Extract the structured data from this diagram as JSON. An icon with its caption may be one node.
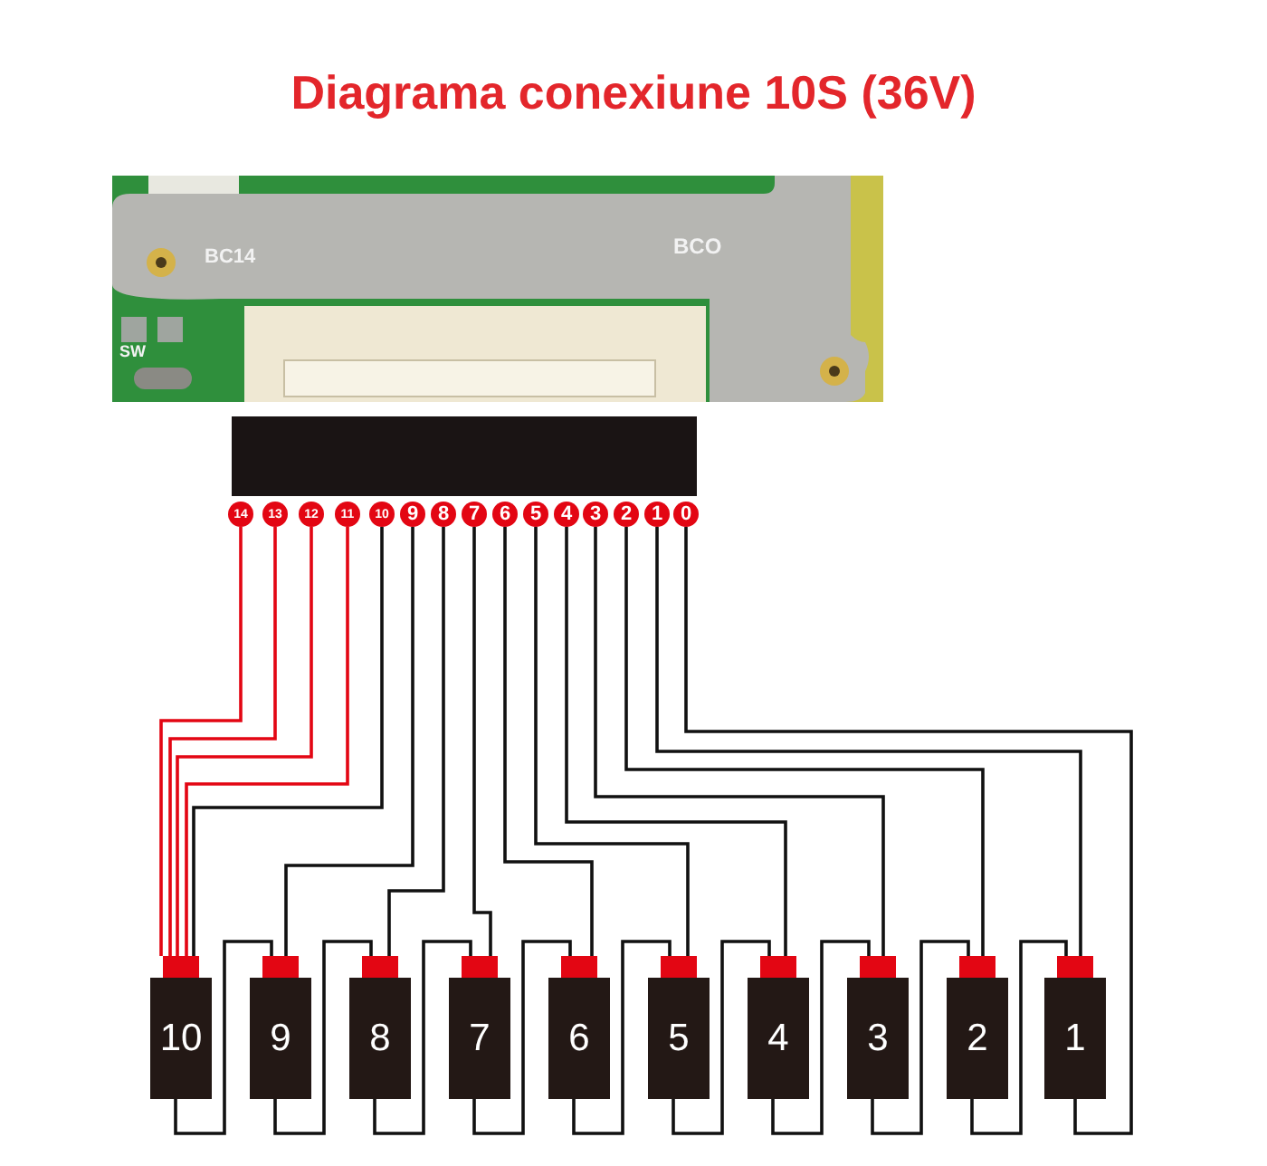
{
  "diagram": {
    "title": "Diagrama conexiune 10S (36V)",
    "nodes": [
      {
        "text": [],
        "shape": "picture"
      },
      {
        "text": [],
        "shape": "bar"
      },
      {
        "text": [
          "14"
        ]
      },
      {
        "text": [
          "13"
        ]
      },
      {
        "text": [
          "12"
        ]
      },
      {
        "text": [
          "11"
        ]
      },
      {
        "text": [
          "10"
        ]
      },
      {
        "text": [
          "9"
        ]
      },
      {
        "text": [
          "8"
        ]
      },
      {
        "text": [
          "7"
        ]
      },
      {
        "text": [
          "6"
        ]
      },
      {
        "text": [
          "5"
        ]
      },
      {
        "text": [
          "4"
        ]
      },
      {
        "text": [
          "3"
        ]
      },
      {
        "text": [
          "2"
        ]
      },
      {
        "text": [
          "1"
        ]
      },
      {
        "text": [
          "0"
        ]
      },
      {
        "text": [
          "10"
        ]
      },
      {
        "text": [
          "9"
        ]
      },
      {
        "text": [
          "8"
        ]
      },
      {
        "text": [
          "7"
        ]
      },
      {
        "text": [
          "6"
        ]
      },
      {
        "text": [
          "5"
        ]
      },
      {
        "text": [
          "4"
        ]
      },
      {
        "text": [
          "3"
        ]
      },
      {
        "text": [
          "2"
        ]
      },
      {
        "text": [
          "1"
        ]
      }
    ],
    "edges": [
      {
        "from": 2,
        "to": 17,
        "arrow": "none",
        "color": "#e30613"
      },
      {
        "from": 3,
        "to": 17,
        "arrow": "none",
        "color": "#e30613"
      },
      {
        "from": 4,
        "to": 17,
        "arrow": "none",
        "color": "#e30613"
      },
      {
        "from": 5,
        "to": 17,
        "arrow": "none",
        "color": "#e30613"
      },
      {
        "from": 6,
        "to": 17,
        "arrow": "none"
      },
      {
        "from": 7,
        "to": 18,
        "arrow": "none"
      },
      {
        "from": 8,
        "to": 19,
        "arrow": "none"
      },
      {
        "from": 9,
        "to": 20,
        "arrow": "none"
      },
      {
        "from": 10,
        "to": 21,
        "arrow": "none"
      },
      {
        "from": 11,
        "to": 22,
        "arrow": "none"
      },
      {
        "from": 12,
        "to": 23,
        "arrow": "none"
      },
      {
        "from": 13,
        "to": 24,
        "arrow": "none"
      },
      {
        "from": 14,
        "to": 25,
        "arrow": "none"
      },
      {
        "from": 15,
        "to": 26,
        "arrow": "none"
      },
      {
        "from": 16,
        "to": 26,
        "arrow": "none"
      },
      {
        "from": 17,
        "to": 18,
        "arrow": "none"
      },
      {
        "from": 18,
        "to": 19,
        "arrow": "none"
      },
      {
        "from": 19,
        "to": 20,
        "arrow": "none"
      },
      {
        "from": 20,
        "to": 21,
        "arrow": "none"
      },
      {
        "from": 21,
        "to": 22,
        "arrow": "none"
      },
      {
        "from": 22,
        "to": 23,
        "arrow": "none"
      },
      {
        "from": 23,
        "to": 24,
        "arrow": "none"
      },
      {
        "from": 24,
        "to": 25,
        "arrow": "none"
      },
      {
        "from": 25,
        "to": 26,
        "arrow": "none"
      }
    ],
    "labels": [
      "BC14",
      "BCO",
      "SW"
    ]
  }
}
